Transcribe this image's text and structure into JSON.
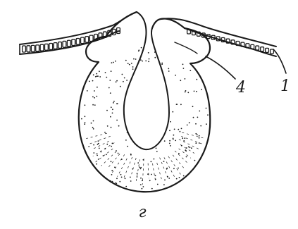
{
  "figure": {
    "panel_label": "г",
    "callouts": [
      {
        "id": "callout-4",
        "text": "4"
      },
      {
        "id": "callout-1",
        "text": "1"
      }
    ]
  }
}
